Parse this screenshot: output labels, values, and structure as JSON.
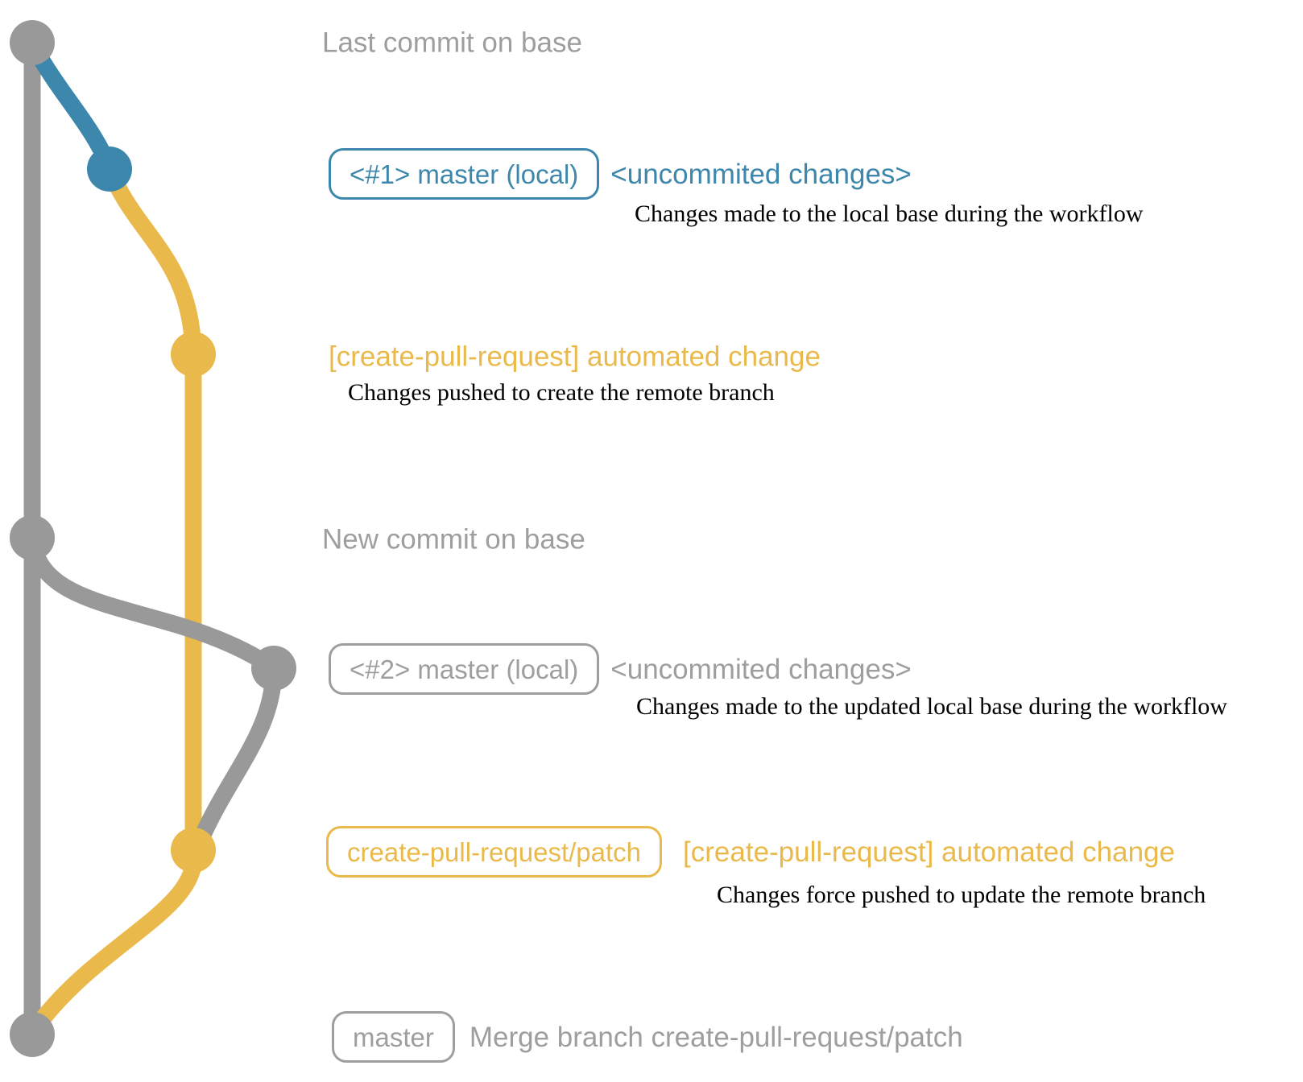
{
  "colors": {
    "gray": "#999999",
    "gray_text": "#9e9e9e",
    "blue": "#3d87ac",
    "yellow": "#e9ba4b",
    "note_text": "#000000"
  },
  "graph": {
    "type": "git-graph",
    "lanes": [
      {
        "name": "base-branch",
        "color": "#999999"
      },
      {
        "name": "local-master",
        "color": "#3d87ac"
      },
      {
        "name": "create-pull-request-patch",
        "color": "#e9ba4b"
      }
    ],
    "commits": [
      {
        "dot": "gray",
        "row": "r1"
      },
      {
        "dot": "blue",
        "row": "r2"
      },
      {
        "dot": "yellow",
        "row": "r3"
      },
      {
        "dot": "gray",
        "row": "r4"
      },
      {
        "dot": "gray",
        "row": "r5"
      },
      {
        "dot": "yellow",
        "row": "r6"
      },
      {
        "dot": "gray",
        "row": "r7"
      }
    ]
  },
  "rows": {
    "r1": {
      "label": "Last commit on base"
    },
    "r2": {
      "badge": "<#1> master (local)",
      "label": "<uncommited changes>",
      "note": "Changes made to the local base during the workflow"
    },
    "r3": {
      "label": "[create-pull-request] automated change",
      "note": "Changes pushed to create the remote branch"
    },
    "r4": {
      "label": "New commit on base"
    },
    "r5": {
      "badge": "<#2> master (local)",
      "label": "<uncommited changes>",
      "note": "Changes made to the updated local base during the workflow"
    },
    "r6": {
      "badge": "create-pull-request/patch",
      "label": "[create-pull-request] automated change",
      "note": "Changes force pushed to update the remote branch"
    },
    "r7": {
      "badge": "master",
      "label": "Merge branch create-pull-request/patch"
    }
  }
}
